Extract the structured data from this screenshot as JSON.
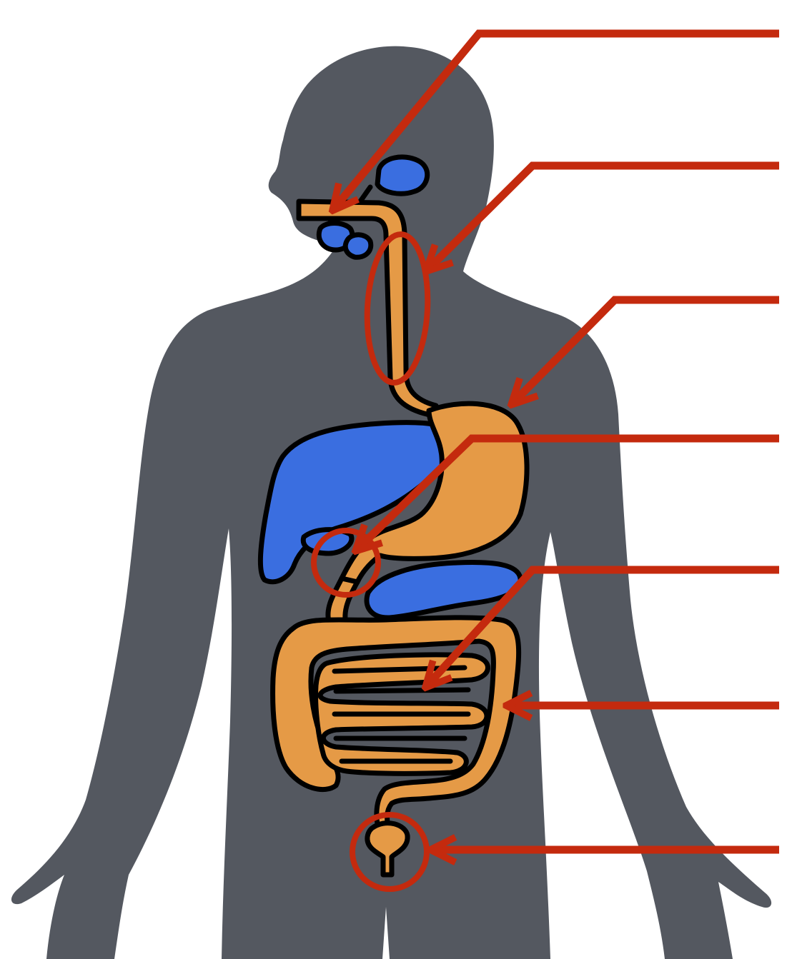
{
  "colors": {
    "background": "#ffffff",
    "silhouette": "#545860",
    "digestive_tract": "#e59a46",
    "accessory_organs": "#3a6ee0",
    "outline": "#000000",
    "pointer": "#c42a0e"
  },
  "labels": [
    {
      "key": "mouth",
      "text": ""
    },
    {
      "key": "esophagus",
      "text": ""
    },
    {
      "key": "stomach",
      "text": ""
    },
    {
      "key": "pyloric-region",
      "text": ""
    },
    {
      "key": "small-intestine",
      "text": ""
    },
    {
      "key": "large-intestine",
      "text": ""
    },
    {
      "key": "rectum-anus",
      "text": ""
    }
  ]
}
